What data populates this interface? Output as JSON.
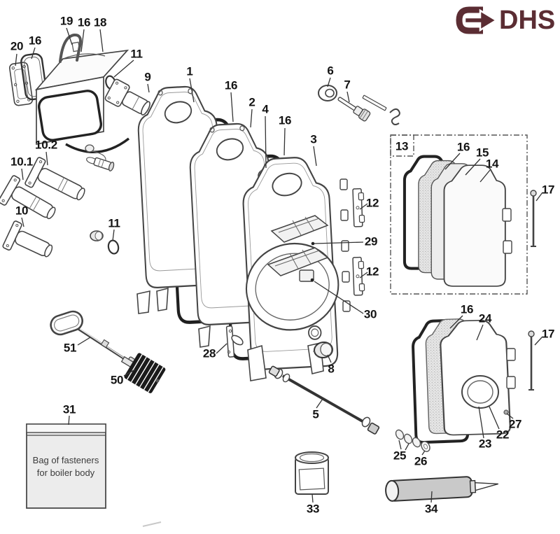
{
  "logo": {
    "text": "DHS",
    "color": "#5b2d33"
  },
  "bag": {
    "label": "Bag of fasteners\nfor boiler body"
  },
  "callouts": [
    {
      "label": "19"
    },
    {
      "label": "16"
    },
    {
      "label": "18"
    },
    {
      "label": "20"
    },
    {
      "label": "16"
    },
    {
      "label": "11"
    },
    {
      "label": "9"
    },
    {
      "label": "1"
    },
    {
      "label": "16"
    },
    {
      "label": "2"
    },
    {
      "label": "4"
    },
    {
      "label": "16"
    },
    {
      "label": "3"
    },
    {
      "label": "6"
    },
    {
      "label": "7"
    },
    {
      "label": "13"
    },
    {
      "label": "16"
    },
    {
      "label": "15"
    },
    {
      "label": "14"
    },
    {
      "label": "17"
    },
    {
      "label": "10.2"
    },
    {
      "label": "10.1"
    },
    {
      "label": "10"
    },
    {
      "label": "11"
    },
    {
      "label": "12"
    },
    {
      "label": "29"
    },
    {
      "label": "12"
    },
    {
      "label": "30"
    },
    {
      "label": "16"
    },
    {
      "label": "24"
    },
    {
      "label": "17"
    },
    {
      "label": "28"
    },
    {
      "label": "8"
    },
    {
      "label": "51"
    },
    {
      "label": "50"
    },
    {
      "label": "5"
    },
    {
      "label": "31"
    },
    {
      "label": "27"
    },
    {
      "label": "22"
    },
    {
      "label": "23"
    },
    {
      "label": "25"
    },
    {
      "label": "26"
    },
    {
      "label": "33"
    },
    {
      "label": "34"
    }
  ]
}
